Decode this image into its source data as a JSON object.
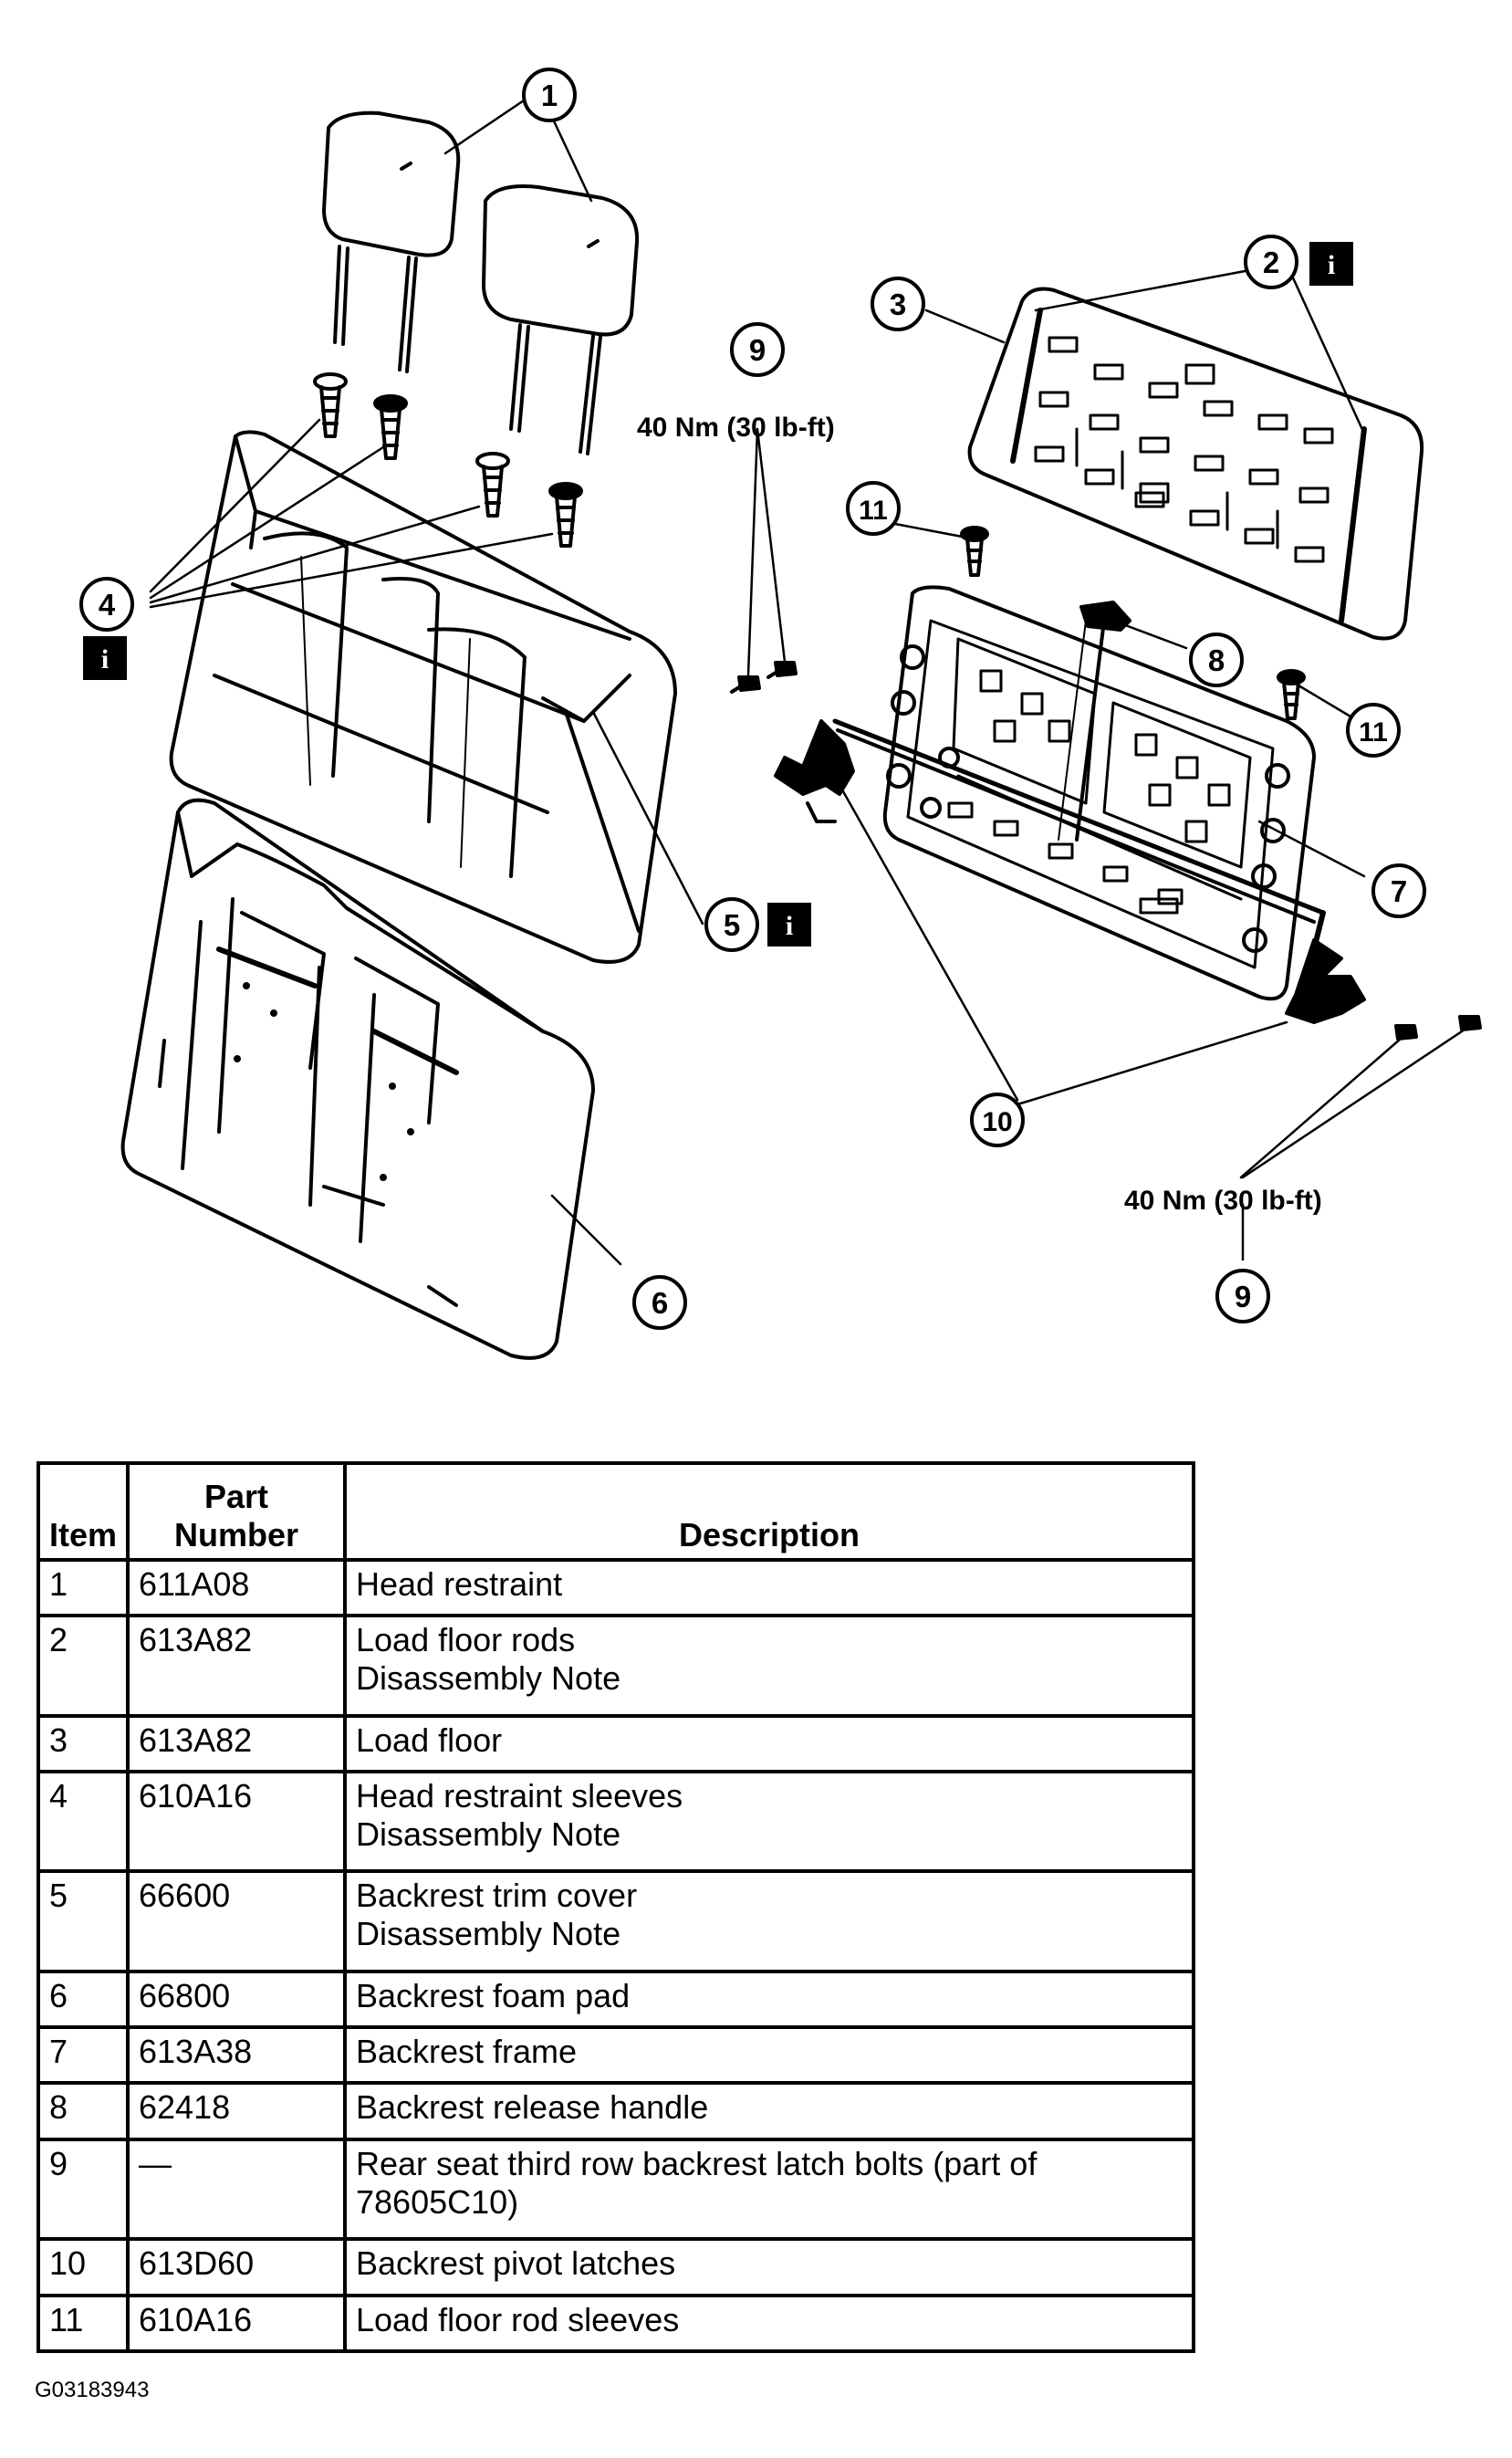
{
  "diagram": {
    "torque_top": "40 Nm (30 lb-ft)",
    "torque_bottom": "40 Nm (30 lb-ft)",
    "info_badge": "i",
    "callouts": {
      "c1": "1",
      "c2": "2",
      "c3": "3",
      "c4": "4",
      "c5": "5",
      "c6": "6",
      "c7": "7",
      "c8": "8",
      "c9a": "9",
      "c9b": "9",
      "c10": "10",
      "c11a": "11",
      "c11b": "11"
    }
  },
  "table": {
    "headers": {
      "item": "Item",
      "part_line1": "Part",
      "part_line2": "Number",
      "description": "Description"
    },
    "rows": [
      {
        "item": "1",
        "part": "611A08",
        "desc": "Head restraint",
        "note": ""
      },
      {
        "item": "2",
        "part": "613A82",
        "desc": "Load floor rods",
        "note": "Disassembly Note"
      },
      {
        "item": "3",
        "part": "613A82",
        "desc": "Load floor",
        "note": ""
      },
      {
        "item": "4",
        "part": "610A16",
        "desc": "Head restraint sleeves",
        "note": "Disassembly Note"
      },
      {
        "item": "5",
        "part": "66600",
        "desc": "Backrest trim cover",
        "note": "Disassembly Note"
      },
      {
        "item": "6",
        "part": "66800",
        "desc": "Backrest foam pad",
        "note": ""
      },
      {
        "item": "7",
        "part": "613A38",
        "desc": "Backrest frame",
        "note": ""
      },
      {
        "item": "8",
        "part": "62418",
        "desc": "Backrest release handle",
        "note": ""
      },
      {
        "item": "9",
        "part": "—",
        "desc": "Rear seat third row backrest latch bolts (part of 78605C10)",
        "note": ""
      },
      {
        "item": "10",
        "part": "613D60",
        "desc": "Backrest pivot latches",
        "note": ""
      },
      {
        "item": "11",
        "part": "610A16",
        "desc": "Load floor rod sleeves",
        "note": ""
      }
    ]
  },
  "figure_id": "G03183943"
}
